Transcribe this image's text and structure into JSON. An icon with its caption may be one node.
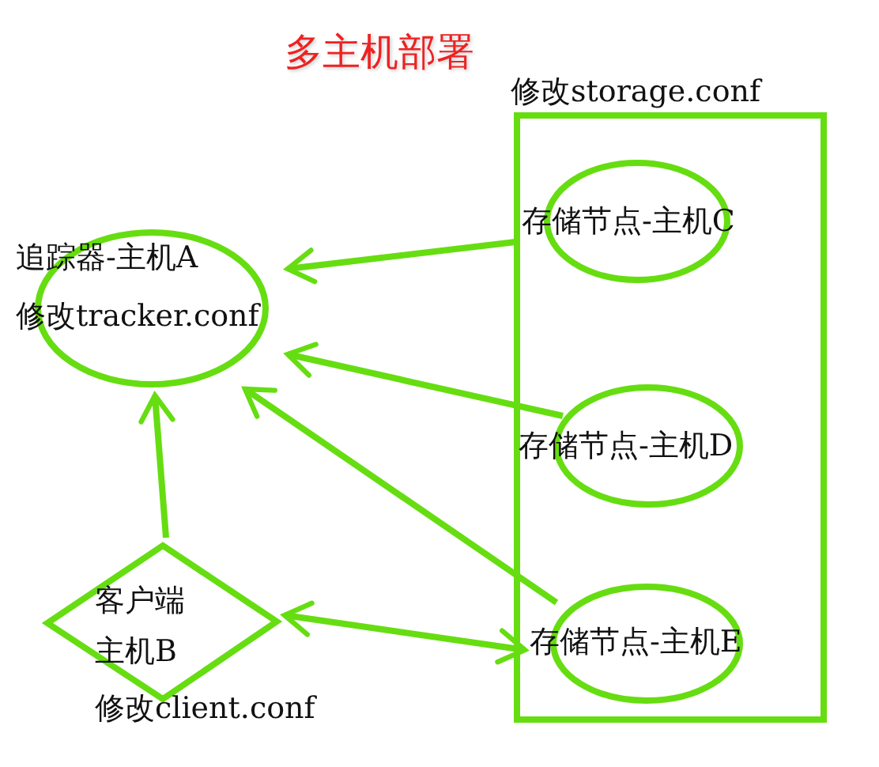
{
  "diagram": {
    "title": "多主机部署",
    "nodes": [
      {
        "text": [
          "追踪器-主机A",
          "修改tracker.conf"
        ]
      },
      {
        "text": [
          "修改storage.conf"
        ]
      },
      {
        "text": [
          "存储节点-主机C"
        ],
        "in": 1
      },
      {
        "text": [
          "存储节点-主机D"
        ],
        "in": 1
      },
      {
        "text": [
          "存储节点-主机E"
        ],
        "in": 1
      },
      {
        "text": [
          "客户端",
          "主机B",
          "修改client.conf"
        ]
      }
    ],
    "edges": [
      {
        "from": 2,
        "to": 0,
        "arrow": "to"
      },
      {
        "from": 3,
        "to": 0,
        "arrow": "to"
      },
      {
        "from": 4,
        "to": 0,
        "arrow": "to"
      },
      {
        "from": 5,
        "to": 0,
        "arrow": "to"
      },
      {
        "from": 5,
        "to": 4,
        "arrow": "both"
      }
    ]
  }
}
